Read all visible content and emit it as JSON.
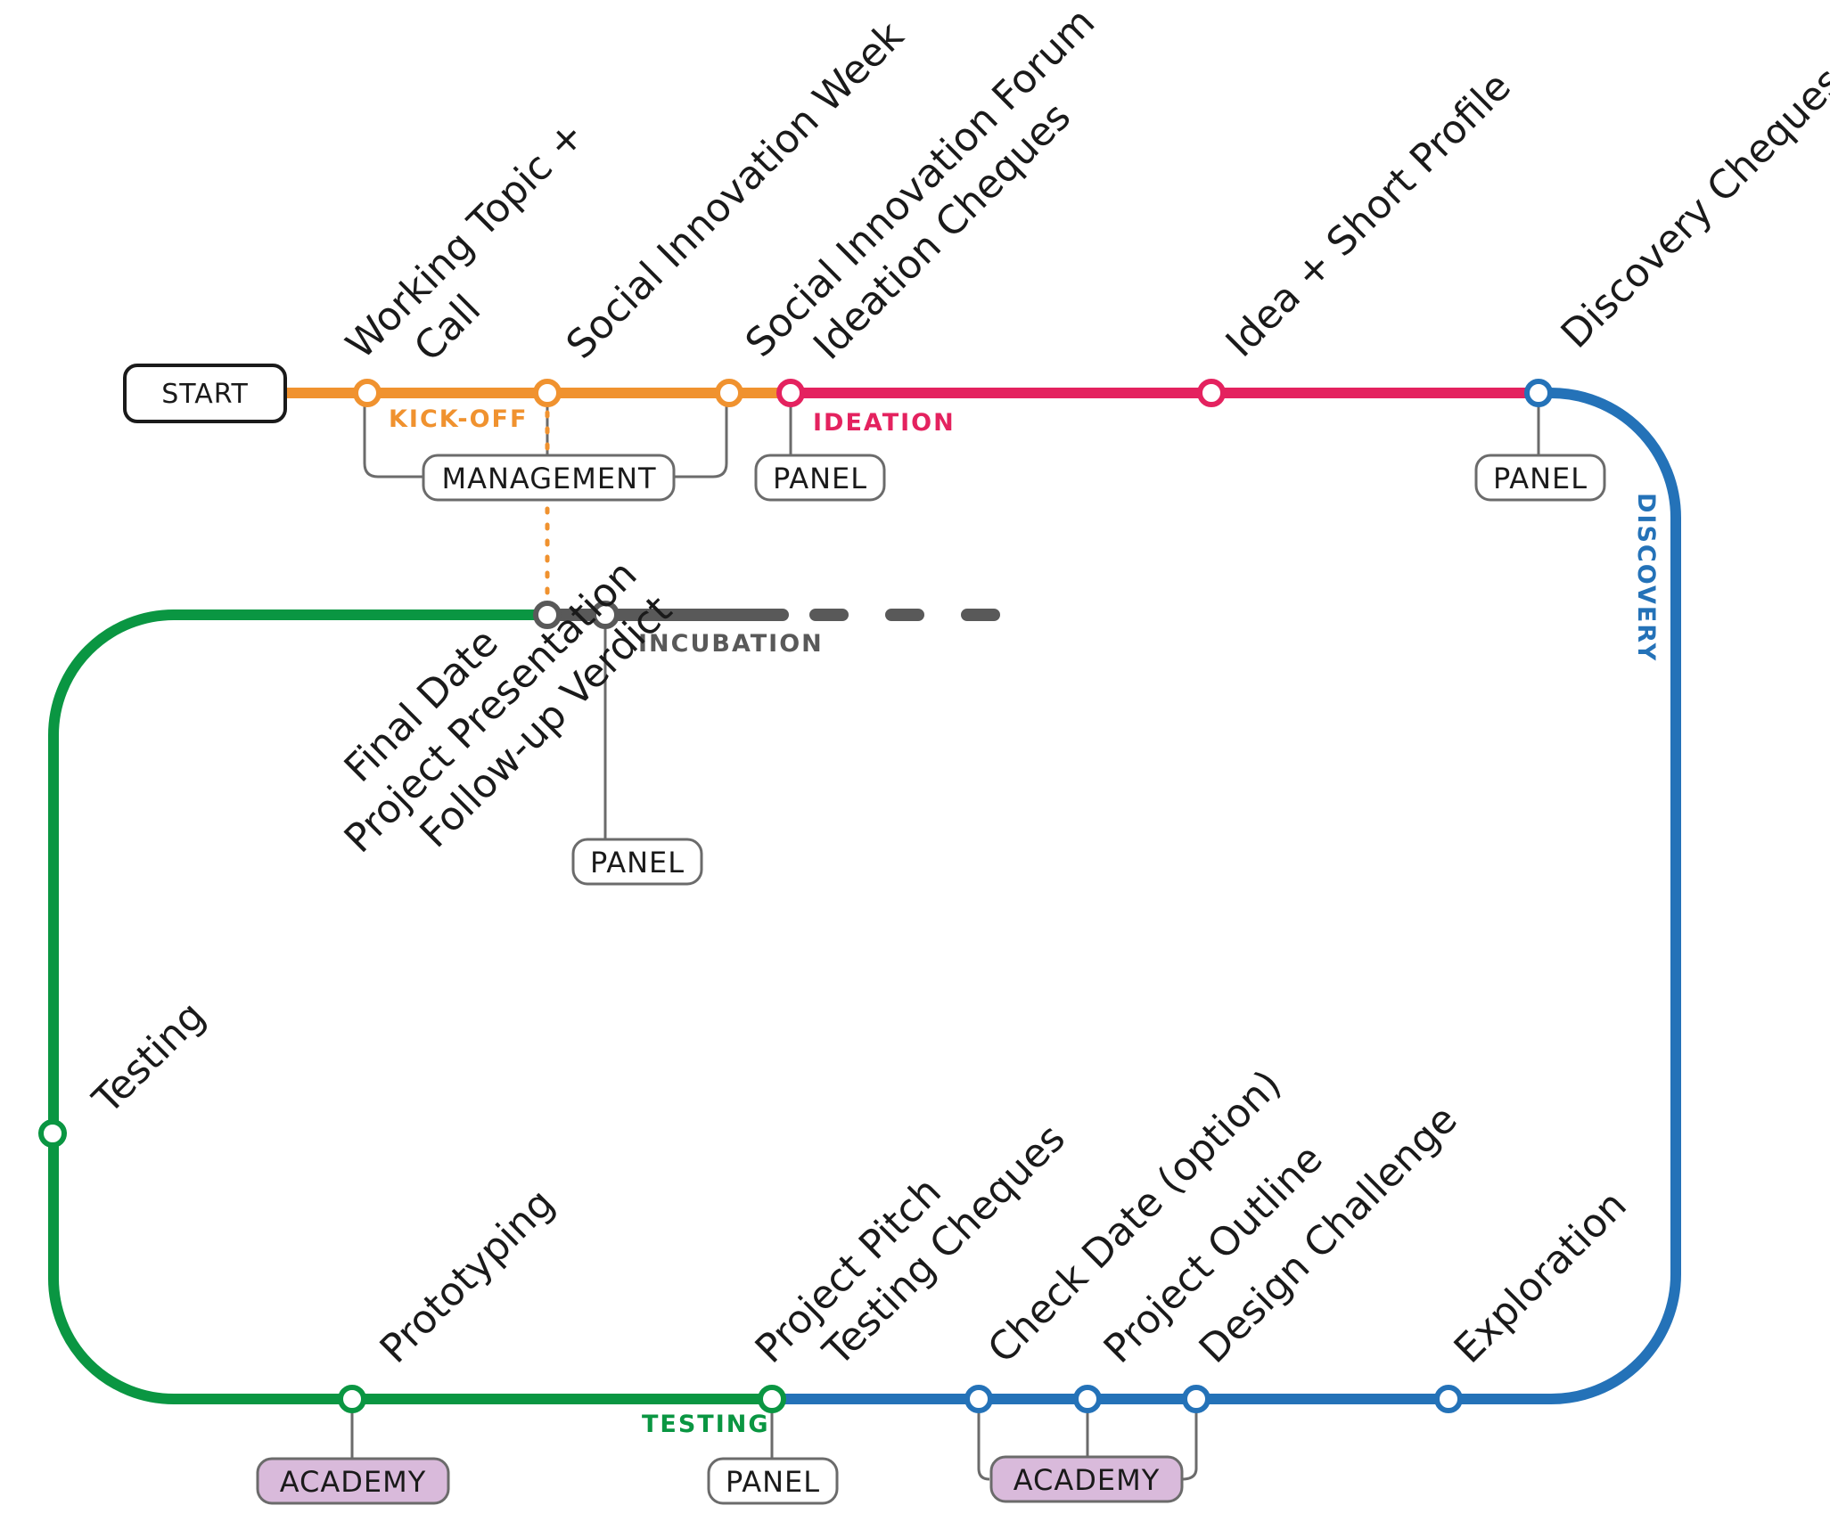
{
  "colors": {
    "kickoff": "#F0922F",
    "ideation": "#E4225F",
    "discovery": "#2472B8",
    "testing": "#0A9642",
    "incubation": "#595959",
    "academy_fill": "#D9BADB",
    "connector": "#6b6b6b"
  },
  "start": {
    "label": "START"
  },
  "phases": {
    "kickoff": "KICK-OFF",
    "ideation": "IDEATION",
    "discovery": "DISCOVERY",
    "testing": "TESTING",
    "incubation": "INCUBATION"
  },
  "stations": {
    "working_topic": [
      "Working Topic +",
      "Call"
    ],
    "social_week": [
      "Social Innovation Week"
    ],
    "social_forum": [
      "Social Innovation Forum",
      "Ideation Cheques"
    ],
    "idea_profile": [
      "Idea + Short Profile"
    ],
    "discovery_cheques": [
      "Discovery Cheques"
    ],
    "exploration": [
      "Exploration"
    ],
    "design_challenge": [
      "Design Challenge"
    ],
    "project_outline": [
      "Project Outline"
    ],
    "check_date": [
      "Check Date (option)"
    ],
    "project_pitch": [
      "Project Pitch",
      "Testing Cheques"
    ],
    "prototyping": [
      "Prototyping"
    ],
    "testing": [
      "Testing"
    ],
    "final_date": [
      "Final Date",
      "Project Presentation",
      "Follow-up Verdict"
    ]
  },
  "boxes": {
    "management": "MANAGEMENT",
    "panel": "PANEL",
    "academy": "ACADEMY"
  }
}
